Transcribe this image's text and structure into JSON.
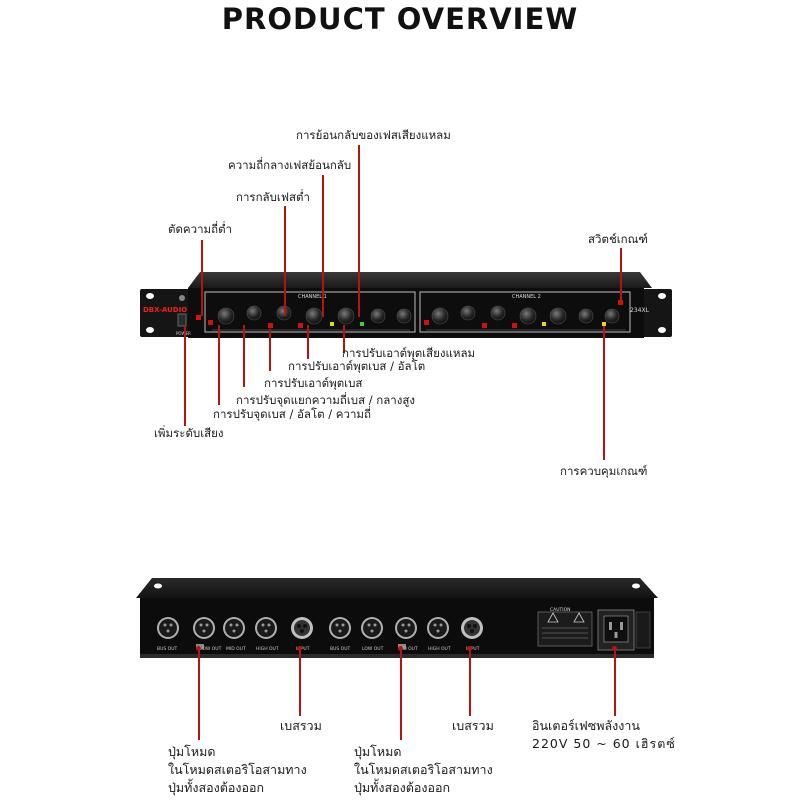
{
  "title": "PRODUCT OVERVIEW",
  "front_panel": {
    "brand": "DBX-AUDIO",
    "model": "234XL",
    "channel_1": "CHANNEL 1",
    "channel_2": "CHANNEL 2",
    "power_label": "POWER",
    "labels": {
      "mid_phase_reverse": "การย้อนกลับของเฟสเสียงแหลม",
      "mid_freq_reverse": "ความถี่กลางเฟสย้อนกลับ",
      "low_phase_reverse": "การกลับเฟสต่ำ",
      "low_cut": "ตัดความถี่ต่ำ",
      "threshold_switch": "สวิตช์เกณฑ์",
      "high_out_adjust": "การปรับเอาต์พุตเสียงแหลม",
      "mid_out_adjust": "การปรับเอาต์พุตเบส / อัลโต",
      "bass_out_adjust": "การปรับเอาต์พุตเบส",
      "xover_adjust_1": "การปรับจุดแยกความถี่เบส / กลางสูง",
      "xover_adjust_2": "การปรับจุดเบส / อัลโต / ความถี่",
      "gain_boost": "เพิ่มระดับเสียง",
      "threshold_control": "การควบคุมเกณฑ์"
    }
  },
  "rear_panel": {
    "caution": "CAUTION",
    "connector_labels": [
      "BUS OUT",
      "LOW OUT",
      "MID OUT",
      "HIGH OUT",
      "INPUT",
      "BUS OUT",
      "LOW OUT",
      "MID OUT",
      "HIGH OUT",
      "INPUT"
    ],
    "labels": {
      "balance_1": "เบสรวม",
      "balance_2": "เบสรวม",
      "power_interface_1": "อินเตอร์เฟซพลังงาน",
      "power_interface_2": "220V 50 ~ 60 เฮิรตซ์",
      "mode_a_1": "ปุ่มโหมด",
      "mode_a_2": "ในโหมดสเตอริโอสามทาง",
      "mode_a_3": "ปุ่มทั้งสองต้องออก",
      "mode_b_1": "ปุ่มโหมด",
      "mode_b_2": "ในโหมดสเตอริโอสามทาง",
      "mode_b_3": "ปุ่มทั้งสองต้องออก"
    }
  },
  "colors": {
    "accent": "#b31515",
    "device": "#141414",
    "panel": "#0a0a0a"
  }
}
